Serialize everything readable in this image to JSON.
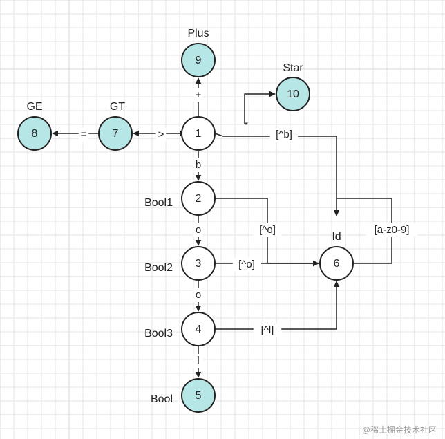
{
  "colors": {
    "accepting_fill": "#b7e6e6",
    "normal_fill": "#ffffff",
    "grid": "#e6e6e6",
    "grid_major": "#d9d9d9"
  },
  "states": [
    {
      "id": "1",
      "label": "1",
      "accepting": false,
      "name": ""
    },
    {
      "id": "2",
      "label": "2",
      "accepting": false,
      "name": "Bool1"
    },
    {
      "id": "3",
      "label": "3",
      "accepting": false,
      "name": "Bool2"
    },
    {
      "id": "4",
      "label": "4",
      "accepting": false,
      "name": "Bool3"
    },
    {
      "id": "5",
      "label": "5",
      "accepting": true,
      "name": "Bool"
    },
    {
      "id": "6",
      "label": "6",
      "accepting": false,
      "name": "Id"
    },
    {
      "id": "7",
      "label": "7",
      "accepting": true,
      "name": "GT"
    },
    {
      "id": "8",
      "label": "8",
      "accepting": true,
      "name": "GE"
    },
    {
      "id": "9",
      "label": "9",
      "accepting": true,
      "name": "Plus"
    },
    {
      "id": "10",
      "label": "10",
      "accepting": true,
      "name": "Star"
    }
  ],
  "transitions": [
    {
      "from": "1",
      "to": "9",
      "label": "+"
    },
    {
      "from": "1",
      "to": "10",
      "label": "*"
    },
    {
      "from": "1",
      "to": "7",
      "label": ">"
    },
    {
      "from": "7",
      "to": "8",
      "label": "="
    },
    {
      "from": "1",
      "to": "6",
      "label": "[^b]"
    },
    {
      "from": "1",
      "to": "2",
      "label": "b"
    },
    {
      "from": "2",
      "to": "3",
      "label": "o"
    },
    {
      "from": "2",
      "to": "6",
      "label": "[^o]"
    },
    {
      "from": "3",
      "to": "4",
      "label": "o"
    },
    {
      "from": "3",
      "to": "6",
      "label": "[^o]"
    },
    {
      "from": "4",
      "to": "5",
      "label": "l"
    },
    {
      "from": "4",
      "to": "6",
      "label": "[^l]"
    },
    {
      "from": "6",
      "to": "6",
      "label": "[a-z0-9]"
    }
  ],
  "watermark": "@稀土掘金技术社区"
}
